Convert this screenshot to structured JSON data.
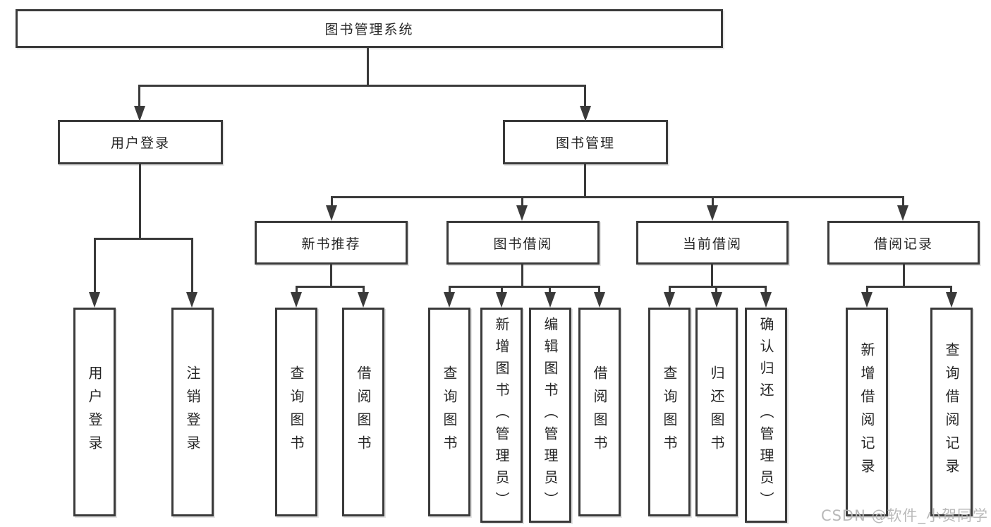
{
  "tree": {
    "root": {
      "label": "图书管理系统",
      "children": [
        {
          "label": "用户登录",
          "children": [
            {
              "label": "用户登录"
            },
            {
              "label": "注销登录"
            }
          ]
        },
        {
          "label": "图书管理",
          "children": [
            {
              "label": "新书推荐",
              "children": [
                {
                  "label": "查询图书"
                },
                {
                  "label": "借阅图书"
                }
              ]
            },
            {
              "label": "图书借阅",
              "children": [
                {
                  "label": "查询图书"
                },
                {
                  "label": "新增图书（管理员）"
                },
                {
                  "label": "编辑图书（管理员）"
                },
                {
                  "label": "借阅图书"
                }
              ]
            },
            {
              "label": "当前借阅",
              "children": [
                {
                  "label": "查询图书"
                },
                {
                  "label": "归还图书"
                },
                {
                  "label": "确认归还（管理员）"
                }
              ]
            },
            {
              "label": "借阅记录",
              "children": [
                {
                  "label": "新增借阅记录"
                },
                {
                  "label": "查询借阅记录"
                }
              ]
            }
          ]
        }
      ]
    }
  },
  "watermark": {
    "text": "CSDN @软件_小贺同学"
  },
  "colors": {
    "line": "#3a3a3a",
    "text": "#262626",
    "background": "#ffffff",
    "watermark": "#b6b6b6"
  }
}
